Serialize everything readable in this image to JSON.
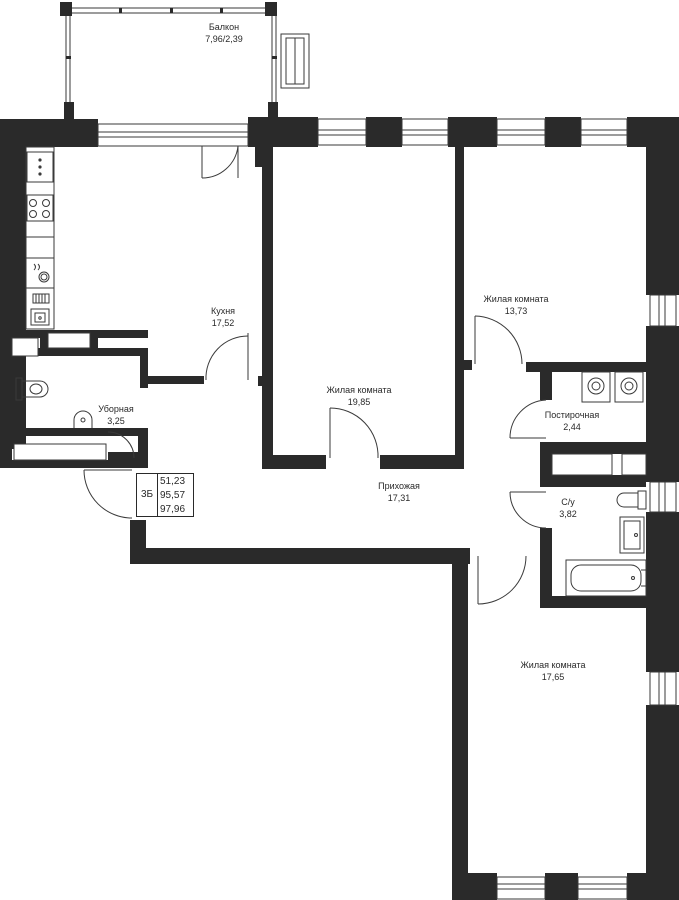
{
  "rooms": {
    "balcony": {
      "name": "Балкон",
      "area": "7,96/2,39"
    },
    "kitchen": {
      "name": "Кухня",
      "area": "17,52"
    },
    "living1": {
      "name": "Жилая комната",
      "area": "19,85"
    },
    "living2": {
      "name": "Жилая комната",
      "area": "13,73"
    },
    "laundry": {
      "name": "Постирочная",
      "area": "2,44"
    },
    "toilet": {
      "name": "Уборная",
      "area": "3,25"
    },
    "hallway": {
      "name": "Прихожая",
      "area": "17,31"
    },
    "bathroom": {
      "name": "С/у",
      "area": "3,82"
    },
    "living3": {
      "name": "Жилая комната",
      "area": "17,65"
    }
  },
  "apartment_info": {
    "type": "3Б",
    "living_area": "51,23",
    "total_area": "95,57",
    "total_area_with_balcony": "97,96"
  },
  "colors": {
    "wall": "#2a2a2a",
    "line": "#3a3a3a",
    "background": "#ffffff"
  }
}
